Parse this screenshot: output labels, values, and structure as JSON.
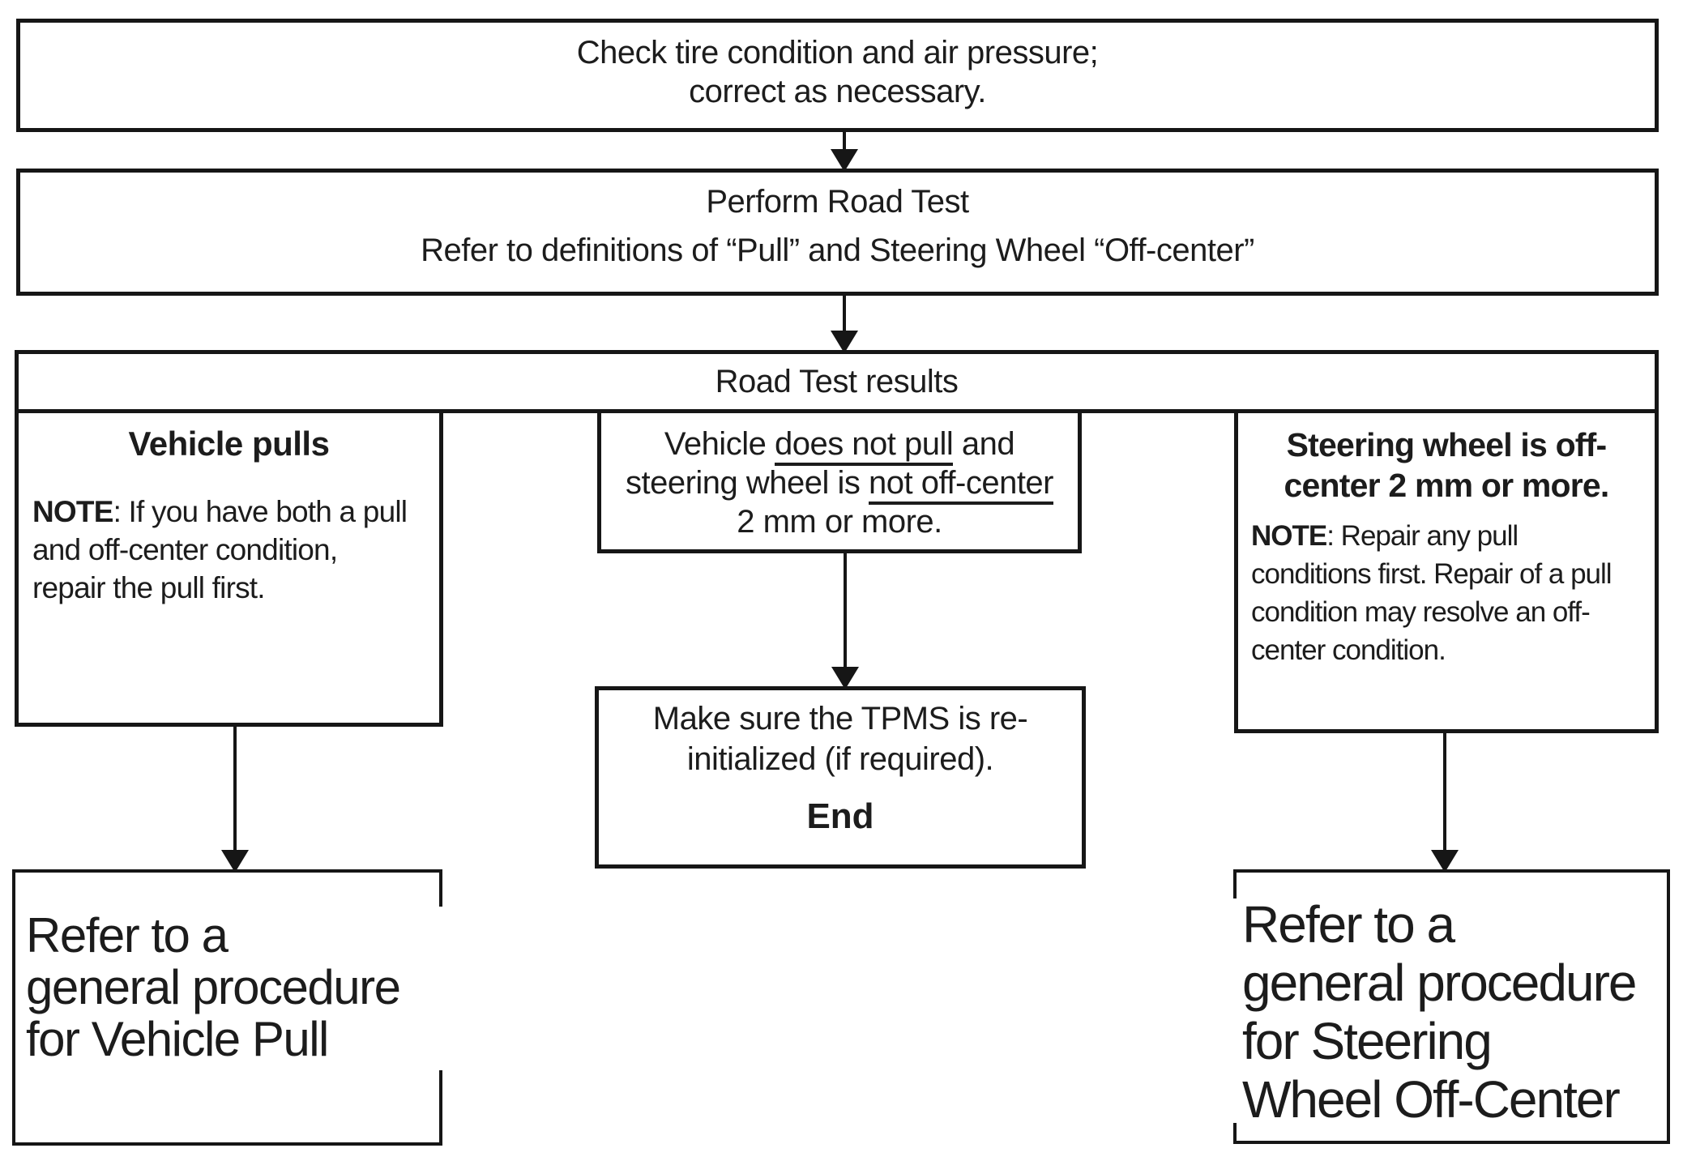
{
  "flow": {
    "check": {
      "lines": [
        "Check tire condition and air pressure;",
        "correct as necessary."
      ]
    },
    "road_test": {
      "lines": [
        "Perform Road Test",
        "Refer to definitions of “Pull” and Steering Wheel “Off-center”"
      ]
    },
    "results_header": "Road Test results",
    "vehicle_pulls": {
      "title": "Vehicle pulls",
      "note": [
        [
          {
            "t": "NOTE",
            "b": true
          },
          {
            "t": ": If you have both a pull"
          }
        ],
        [
          {
            "t": "and off-center condition,"
          }
        ],
        [
          {
            "t": "repair the pull first."
          }
        ]
      ]
    },
    "no_pull": {
      "lines": [
        [
          {
            "t": "Vehicle "
          },
          {
            "t": "does not pull",
            "u": true
          },
          {
            "t": " and"
          }
        ],
        [
          {
            "t": "steering wheel is "
          },
          {
            "t": "not off-center",
            "u": true
          }
        ],
        [
          {
            "t": "2 mm or more."
          }
        ]
      ]
    },
    "off_center": {
      "title_lines": [
        "Steering wheel is off-",
        "center 2 mm or more."
      ],
      "note": [
        [
          {
            "t": "NOTE",
            "b": true
          },
          {
            "t": ": Repair any pull"
          }
        ],
        [
          {
            "t": "conditions first. Repair of a pull"
          }
        ],
        [
          {
            "t": "condition may resolve an off-"
          }
        ],
        [
          {
            "t": "center condition."
          }
        ]
      ]
    },
    "tpms": {
      "lines": [
        "Make sure the TPMS is re-",
        "initialized (if required)."
      ],
      "end_label": "End"
    },
    "refer_pull": {
      "lines": [
        "Refer to a",
        "general procedure",
        "for Vehicle Pull"
      ]
    },
    "refer_off_center": {
      "lines": [
        "Refer to a",
        "general procedure",
        "for Steering",
        "Wheel Off-Center"
      ]
    }
  },
  "colors": {
    "ink": "#161616",
    "background": "#ffffff"
  }
}
